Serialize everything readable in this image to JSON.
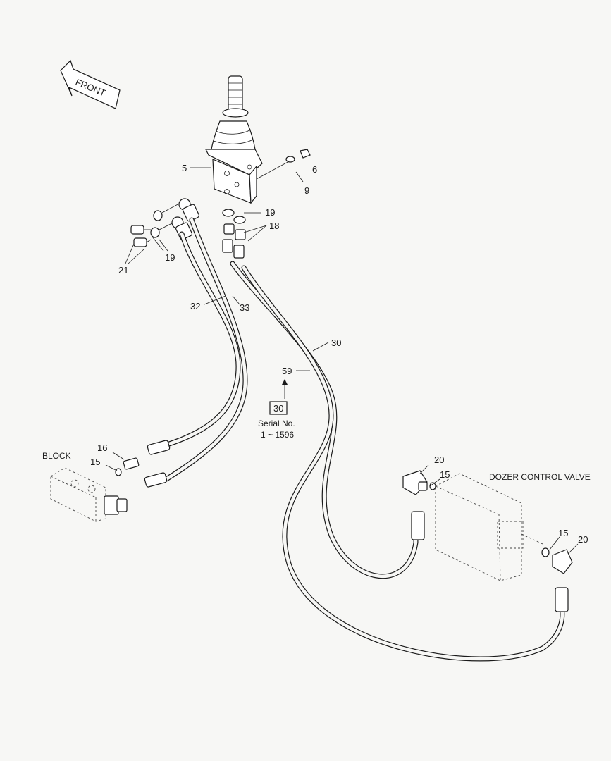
{
  "front_label": "FRONT",
  "block_label": "BLOCK",
  "dozer_label": "DOZER CONTROL VALVE",
  "serial_box": "30",
  "serial_line1": "Serial No.",
  "serial_line2": "1 ~ 1596",
  "callouts": {
    "c5": "5",
    "c6": "6",
    "c9": "9",
    "c19a": "19",
    "c18": "18",
    "c19b": "19",
    "c21": "21",
    "c32": "32",
    "c33": "33",
    "c30": "30",
    "c59": "59",
    "c16": "16",
    "c15a": "15",
    "c20a": "20",
    "c15b": "15",
    "c15c": "15",
    "c20b": "20"
  }
}
